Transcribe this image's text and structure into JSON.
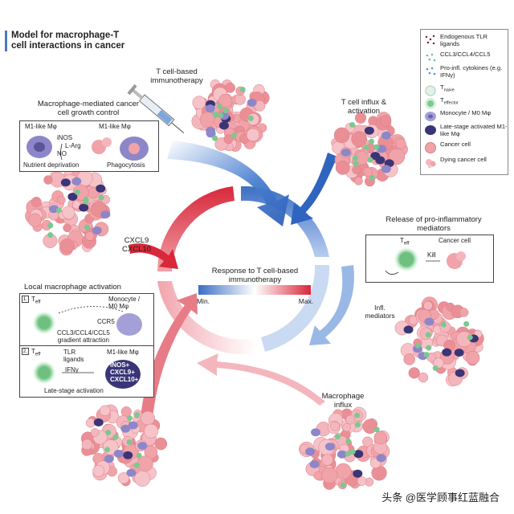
{
  "title": "Model for macrophage-T cell interactions in cancer",
  "title_line1": "Model for macrophage-T",
  "title_line2": "cell interactions in cancer",
  "labels": {
    "t_cell_immunotherapy": "T cell-based immunotherapy",
    "t_cell_immunotherapy_l1": "T cell-based",
    "t_cell_immunotherapy_l2": "immunotherapy",
    "tcell_influx_l1": "T cell influx &",
    "tcell_influx_l2": "activation",
    "macrophage_mediated_l1": "Macrophage-mediated cancer",
    "macrophage_mediated_l2": "cell growth control",
    "release_l1": "Release of pro-inflammatory",
    "release_l2": "mediators",
    "cxcl9": "CXCL9",
    "cxcl10": "CXCL10",
    "response_l1": "Response to T cell-based",
    "response_l2": "immunotherapy",
    "min": "Min.",
    "max": "Max.",
    "infl_mediators_l1": "Infl.",
    "infl_mediators_l2": "mediators",
    "local_activation": "Local macrophage activation",
    "macrophage_influx_l1": "Macrophage",
    "macrophage_influx_l2": "influx"
  },
  "box_growth": {
    "m1_left": "M1-like Mφ",
    "m1_right": "M1-like Mφ",
    "inos": "iNOS",
    "larg": "L-Arg",
    "no": "NO",
    "nutrient": "Nutrient deprivation",
    "phago": "Phagocytosis"
  },
  "box_release": {
    "teff": "T",
    "teff_sub": "eff",
    "cancer_cell": "Cancer cell",
    "kill": "Kill"
  },
  "box_local": {
    "step1": "1.",
    "step2": "2.",
    "teff": "T",
    "teff_sub": "eff",
    "monocyte_l1": "Monocyte /",
    "monocyte_l2": "M0 Mφ",
    "ccr5": "CCR5",
    "gradient_l1": "CCL3/CCL4/CCL5",
    "gradient_l2": "gradient attraction",
    "tlr_l1": "TLR",
    "tlr_l2": "ligands",
    "ifng": "IFNγ",
    "m1": "M1-like Mφ",
    "inos_plus": "iNOS+",
    "cxcl9_plus": "CXCL9+",
    "cxcl10_plus": "CXCL10+",
    "late_stage": "Late-stage activation"
  },
  "legend": {
    "items": [
      {
        "icon": "tlr-ligands-icon",
        "text": "Endogenous TLR ligands"
      },
      {
        "icon": "chemokine-icon",
        "text": "CCL3/CCL4/CCL5"
      },
      {
        "icon": "cytokine-icon",
        "text": "Pro-infl. cytokines (e.g. IFNγ)"
      },
      {
        "icon": "t-naive-icon",
        "text": "T",
        "sub": "naive"
      },
      {
        "icon": "t-effector-icon",
        "text": "T",
        "sub": "effector"
      },
      {
        "icon": "monocyte-icon",
        "text": "Monocyte / M0 Mφ"
      },
      {
        "icon": "m1-macrophage-icon",
        "text": "Late-stage activated M1-like Mφ"
      },
      {
        "icon": "cancer-cell-icon",
        "text": "Cancer cell"
      },
      {
        "icon": "dying-cancer-cell-icon",
        "text": "Dying cancer cell"
      }
    ]
  },
  "colors": {
    "title_bar": "#4a7ac0",
    "blue": "#3c6fc4",
    "red": "#d8283a",
    "light_red": "#f4b6bd",
    "light_blue": "#a8c4e8",
    "cancer": "#f0a3a8",
    "macrophage": "#8d86c9",
    "teff": "#7cc88f"
  },
  "footer": "头条 @医学顾事红蓝融合"
}
